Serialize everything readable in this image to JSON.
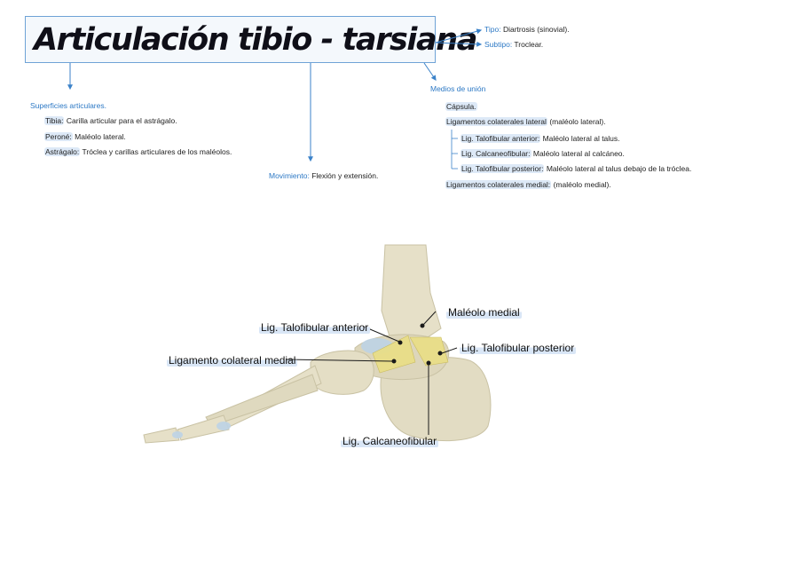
{
  "title": "Articulación tibio - tarsiana",
  "tipo": {
    "label": "Tipo:",
    "value": "Diartrosis (sinovial)."
  },
  "subtipo": {
    "label": "Subtipo:",
    "value": "Troclear."
  },
  "superficies": {
    "heading": "Superficies articulares.",
    "items": [
      {
        "term": "Tibia:",
        "desc": "Carilla articular para el astrágalo."
      },
      {
        "term": "Peroné:",
        "desc": "Maléolo lateral."
      },
      {
        "term": "Astrágalo:",
        "desc": "Tróclea y carillas articulares de los maléolos."
      }
    ]
  },
  "movimiento": {
    "label": "Movimiento:",
    "value": "Flexión y extensión."
  },
  "medios": {
    "heading": "Medios de unión",
    "capsula": "Cápsula.",
    "lateral": {
      "term": "Ligamentos colaterales lateral",
      "desc": "(maléolo lateral)."
    },
    "sub": [
      {
        "term": "Lig. Talofibular anterior:",
        "desc": "Maléolo lateral al talus."
      },
      {
        "term": "Lig. Calcaneofibular:",
        "desc": "Maléolo lateral al calcáneo."
      },
      {
        "term": "Lig. Talofibular posterior:",
        "desc": "Maléolo lateral al talus debajo de la tróclea."
      }
    ],
    "medial": {
      "term": "Ligamentos colaterales medial:",
      "desc": "(maléolo medial)."
    }
  },
  "figure": {
    "labels": {
      "maleolo_medial": "Maléolo medial",
      "talofibular_anterior": "Lig. Talofibular anterior",
      "talofibular_posterior": "Lig. Talofibular posterior",
      "colateral_medial": "Ligamento colateral medial",
      "calcaneofibular": "Lig. Calcaneofibular"
    },
    "colors": {
      "bone": "#e6e0c8",
      "bone_shade": "#c9c2a4",
      "cartilage": "#bcd3e6",
      "ligament": "#e9de88"
    }
  }
}
